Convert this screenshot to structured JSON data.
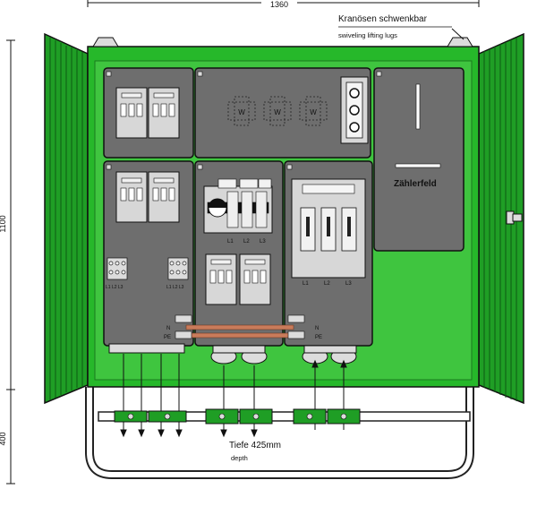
{
  "dimensions": {
    "width_label": "1360",
    "height_label": "1100",
    "base_height_label": "400"
  },
  "annotations": {
    "lifting_lugs_de": "Kranösen schwenkbar",
    "lifting_lugs_en": "swiveling lifting lugs",
    "depth_de": "Tiefe 425mm",
    "depth_en": "depth",
    "meter_field": "Zählerfeld"
  },
  "terminal_labels": {
    "left_top": "L1 L2 L3",
    "breaker": [
      "L1",
      "L2",
      "L3"
    ],
    "meter_panel": [
      "L1",
      "L2",
      "L3"
    ],
    "neutral": "N",
    "pe": "PE"
  },
  "fuse_markers": [
    "W",
    "W",
    "W"
  ],
  "colors": {
    "cabinet_green": "#26b82a",
    "door_green": "#1f9e25",
    "inner_green": "#3fc53f",
    "panel_gray": "#6e6e6e",
    "component_gray": "#d7d7d7",
    "busbar_copper": "#c97b5a",
    "outline": "#1a1a1a"
  }
}
